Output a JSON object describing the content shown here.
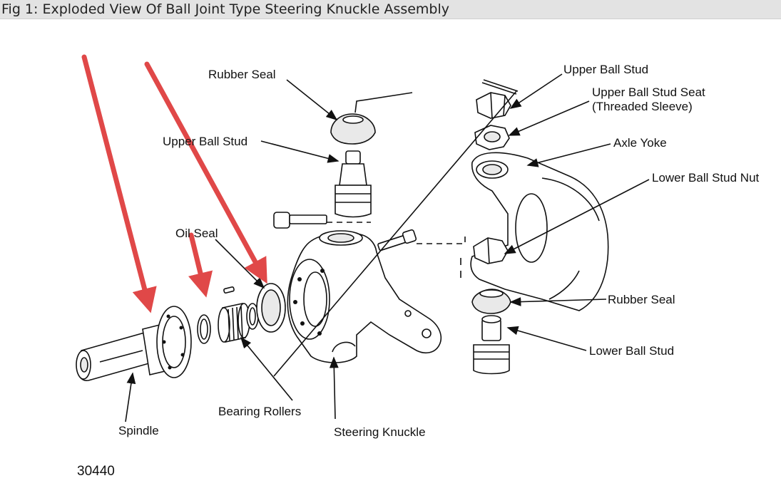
{
  "title": "Fig 1: Exploded View Of Ball Joint Type Steering Knuckle Assembly",
  "figure_number": "30440",
  "colors": {
    "title_bar": "#e3e3e3",
    "arrow_red": "#e04848",
    "line": "#111111"
  },
  "labels": {
    "rubber_seal_top": "Rubber Seal",
    "upper_ball_stud_left": "Upper Ball Stud",
    "oil_seal": "Oil Seal",
    "upper_ball_stud_right": "Upper Ball Stud",
    "upper_ball_stud_seat_line1": "Upper Ball Stud Seat",
    "upper_ball_stud_seat_line2": "(Threaded Sleeve)",
    "axle_yoke": "Axle Yoke",
    "lower_ball_stud_nut": "Lower Ball Stud Nut",
    "rubber_seal_bottom": "Rubber Seal",
    "lower_ball_stud": "Lower Ball Stud",
    "bearing_rollers": "Bearing Rollers",
    "spindle": "Spindle",
    "steering_knuckle": "Steering Knuckle"
  }
}
